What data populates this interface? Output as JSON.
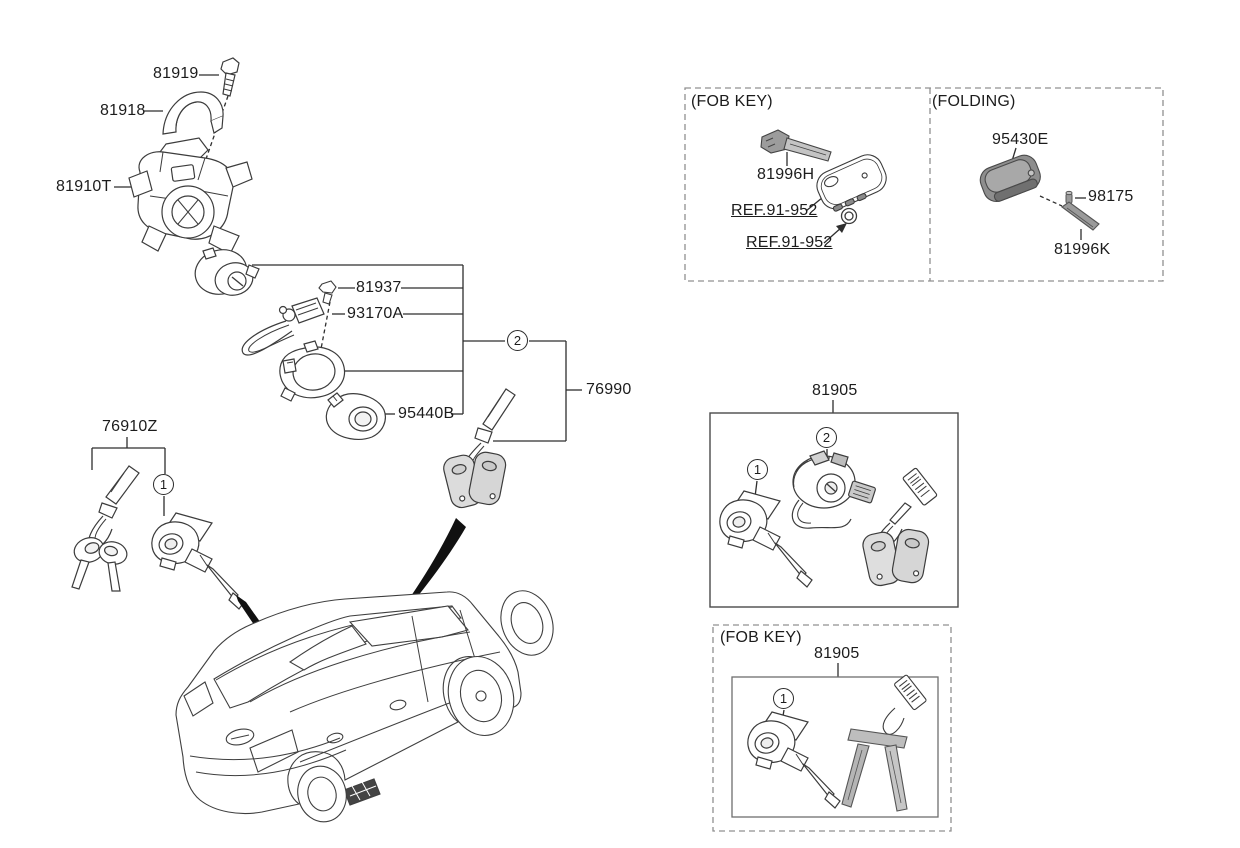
{
  "document": {
    "type": "parts-diagram",
    "description": "Key and cylinder set exploded parts diagram with vehicle locator view"
  },
  "labels": {
    "81919": "81919",
    "81918": "81918",
    "81910T": "81910T",
    "81937": "81937",
    "93170A": "93170A",
    "95440B": "95440B",
    "76990": "76990",
    "76910Z": "76910Z",
    "81996H": "81996H",
    "95430E": "95430E",
    "98175": "98175",
    "81996K": "81996K",
    "81905_main": "81905",
    "81905_fob": "81905",
    "ref_top": "REF.91-952",
    "ref_bottom": "REF.91-952"
  },
  "sections": {
    "fob_key_top": "(FOB KEY)",
    "folding": "(FOLDING)",
    "fob_key_bottom": "(FOB KEY)"
  },
  "callouts": {
    "one": "1",
    "two": "2"
  },
  "colors": {
    "line": "#2e2e2e",
    "key_gray": "#d9d9d9",
    "dark_key": "#8e8e8e",
    "arrow_black": "#111111",
    "dashed_box": "#909090"
  }
}
